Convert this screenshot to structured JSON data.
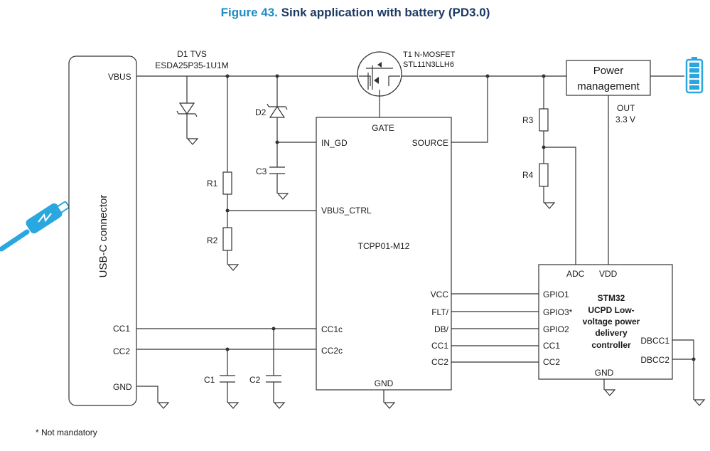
{
  "title": {
    "prefix": "Figure 43.",
    "text": " Sink application with battery (PD3.0)"
  },
  "colors": {
    "title_prefix": "#1f8dc6",
    "title_text": "#1d3a63",
    "battery": "#2aa7df",
    "cable": "#2aa7df"
  },
  "connector": {
    "label": "USB-C connector",
    "pins": {
      "vbus": "VBUS",
      "cc1": "CC1",
      "cc2": "CC2",
      "gnd": "GND"
    }
  },
  "d1": {
    "name": "D1 TVS",
    "part": "ESDA25P35-1U1M"
  },
  "t1": {
    "name": "T1 N-MOSFET",
    "part": "STL11N3LLH6"
  },
  "d2": "D2",
  "c3": "C3",
  "r1": "R1",
  "r2": "R2",
  "r3": "R3",
  "r4": "R4",
  "c1": "C1",
  "c2": "C2",
  "tcpp": {
    "name": "TCPP01-M12",
    "gate": "GATE",
    "in_gd": "IN_GD",
    "source": "SOURCE",
    "vbus_ctrl": "VBUS_CTRL",
    "vcc": "VCC",
    "flt": "FLT/",
    "db": "DB/",
    "cc1": "CC1",
    "cc2": "CC2",
    "cc1c": "CC1c",
    "cc2c": "CC2c",
    "gnd": "GND"
  },
  "power": {
    "line1": "Power",
    "line2": "management",
    "out1": "OUT",
    "out2": "3.3 V"
  },
  "stm32": {
    "adc": "ADC",
    "vdd": "VDD",
    "gpio1": "GPIO1",
    "gpio3": "GPIO3*",
    "gpio2": "GPIO2",
    "cc1": "CC1",
    "cc2": "CC2",
    "gnd": "GND",
    "dbcc1": "DBCC1",
    "dbcc2": "DBCC2",
    "line1": "STM32",
    "line2": "UCPD Low-",
    "line3": "voltage power",
    "line4": "delivery",
    "line5": "controller"
  },
  "footnote": "* Not mandatory"
}
